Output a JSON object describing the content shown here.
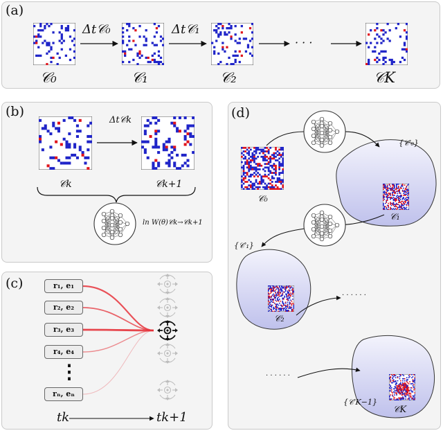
{
  "colors": {
    "blue": "#1f24c8",
    "red": "#e0141c",
    "panel_bg": "#f4f4f4",
    "blob_top": "#f2f2fb",
    "blob_bottom": "#c2c4ee",
    "edge_red": "#e6333b"
  },
  "panel_a": {
    "label": "(a)",
    "configs": [
      "C0",
      "C1",
      "C2",
      "CK"
    ],
    "config_labels": [
      "𝒞₀",
      "𝒞₁",
      "𝒞₂",
      "𝒞K"
    ],
    "arrow_labels": [
      "Δt𝒞₀",
      "Δt𝒞₁"
    ],
    "ellipsis": "· · ·"
  },
  "panel_b": {
    "label": "(b)",
    "left_label": "𝒞k",
    "right_label": "𝒞k+1",
    "arrow_label": "Δt𝒞k",
    "nn_label": "ln W(θ)𝒞k→𝒞k+1"
  },
  "panel_c": {
    "label": "(c)",
    "particles": [
      "r₁, e₁",
      "r₂, e₂",
      "r₃, e₃",
      "r₄, e₄",
      "rₙ, eₙ"
    ],
    "vertical_dots": "⋮",
    "time_start": "tk",
    "time_end": "tk+1"
  },
  "panel_d": {
    "label": "(d)",
    "start_label": "𝒞₀",
    "set_labels": [
      "{𝒞′₀}",
      "{𝒞′₁}",
      "{𝒞′K−1}"
    ],
    "sample_labels": [
      "𝒞₁",
      "𝒞₂",
      "𝒞K"
    ],
    "dots": "· · · · · ·"
  }
}
